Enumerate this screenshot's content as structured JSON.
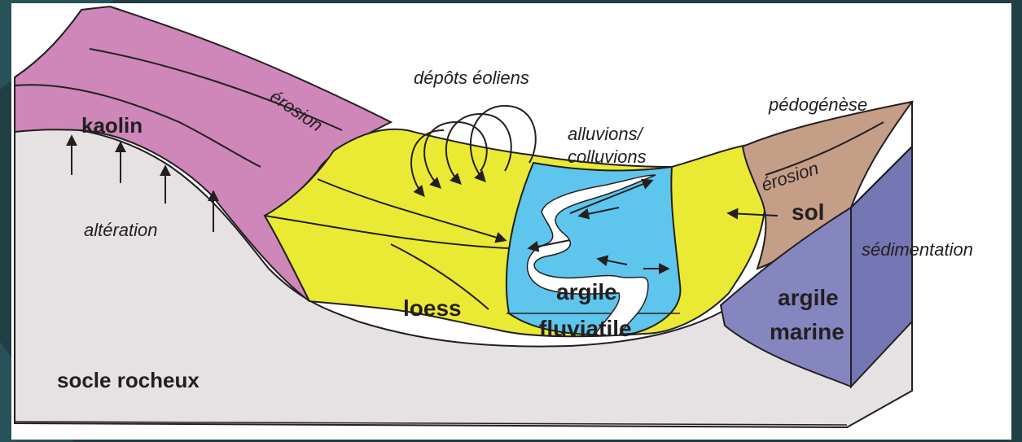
{
  "colors": {
    "frame": "#1f3f44",
    "bedrock": "#e6e2e3",
    "kaolin": "#ce87b8",
    "loess": "#eaea35",
    "river_clay": "#5ec6ec",
    "river": "#ffffff",
    "soil": "#c59e88",
    "marine_clay": "#8586c0"
  },
  "labels": {
    "kaolin": "kaolin",
    "erosion_left": "érosion",
    "alteration": "altération",
    "aeolian_deposits": "dépôts éoliens",
    "alluvium_line1": "alluvions/",
    "alluvium_line2": "colluvions",
    "pedogenesis": "pédogénèse",
    "erosion_right": "érosion",
    "soil": "sol",
    "sedimentation": "sédimentation",
    "river_clay_line1": "argile",
    "river_clay_line2": "fluviatile",
    "loess": "loess",
    "marine_clay_line1": "argile",
    "marine_clay_line2": "marine",
    "bedrock": "socle rocheux"
  }
}
